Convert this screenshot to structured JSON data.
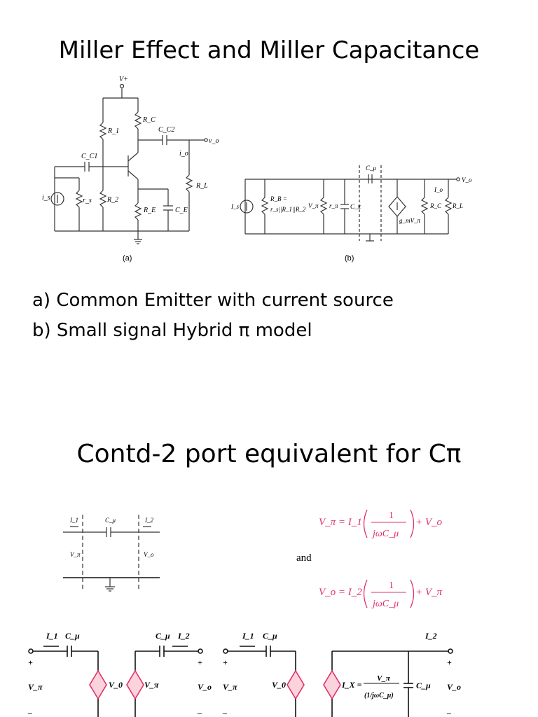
{
  "slide1": {
    "title": "Miller Effect and Miller Capacitance",
    "bullets": [
      "a) Common Emitter with current source",
      "b) Small signal Hybrid π model"
    ],
    "fig_a_caption": "(a)",
    "fig_b_caption": "(b)",
    "fig_a_labels": {
      "vcc": "V+",
      "rc": "R_C",
      "r1": "R_1",
      "cc2": "C_C2",
      "vo": "v_o",
      "cc1": "C_C1",
      "io": "i_o",
      "rl": "R_L",
      "is": "i_s",
      "rs": "r_s",
      "r2": "R_2",
      "re": "R_E",
      "ce": "C_E"
    },
    "fig_b_labels": {
      "cmu": "C_μ",
      "vo": "V_o",
      "io": "I_o",
      "is": "I_s",
      "rb": "R_B =",
      "rb2": "r_s||R_1||R_2",
      "vpi": "V_π",
      "rpi": "r_π",
      "cpi": "C_π",
      "gm": "g_mV_π",
      "rc": "R_C",
      "rl": "R_L"
    }
  },
  "slide2": {
    "title": "Contd-2 port equivalent for Cπ",
    "twoport_labels": {
      "i1": "I_1",
      "cmu": "C_μ",
      "i2": "I_2",
      "vpi": "V_π",
      "vo": "V_o"
    },
    "eq1_lhs": "V_π = I_1",
    "eq1_num": "1",
    "eq1_den": "jωC_μ",
    "eq1_tail": "+ V_o",
    "and": "and",
    "eq2_lhs": "V_o = I_2",
    "eq2_num": "1",
    "eq2_den": "jωC_μ",
    "eq2_tail": "+ V_π",
    "bottom_labels": {
      "i1": "I_1",
      "cmu": "C_μ",
      "i2": "I_2",
      "vpi": "V_π",
      "vo": "V_0",
      "vo_right": "V_o",
      "ix": "I_X =",
      "ix_num": "V_π",
      "ix_den": "(1/jωC_μ)",
      "plus": "+",
      "minus": "–"
    }
  }
}
